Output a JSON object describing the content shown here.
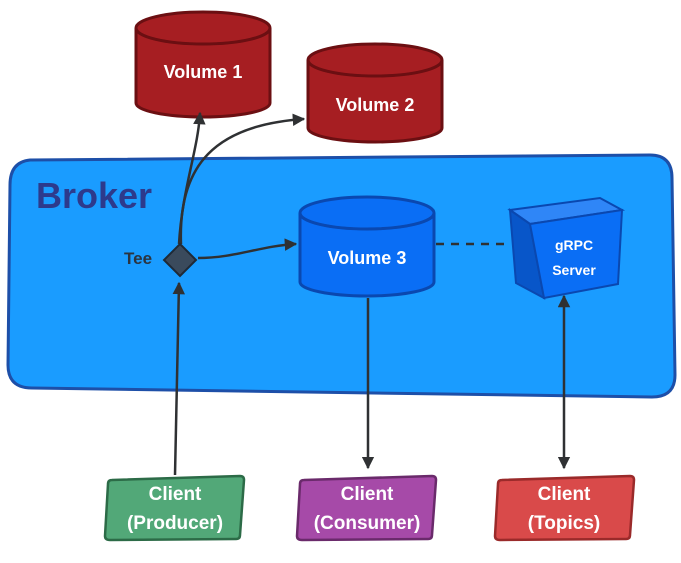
{
  "broker": {
    "title": "Broker",
    "color": "#1a9cff",
    "border": "#1d4fa8"
  },
  "tee": {
    "label": "Tee"
  },
  "volumes": {
    "v1": {
      "label": "Volume 1",
      "color": "#a61e22"
    },
    "v2": {
      "label": "Volume 2",
      "color": "#a61e22"
    },
    "v3": {
      "label": "Volume 3",
      "color": "#0a6ef5"
    }
  },
  "grpc": {
    "line1": "gRPC",
    "line2": "Server",
    "color": "#0a6ef5"
  },
  "clients": {
    "producer": {
      "line1": "Client",
      "line2": "(Producer)",
      "color": "#52a878"
    },
    "consumer": {
      "line1": "Client",
      "line2": "(Consumer)",
      "color": "#a64aa8"
    },
    "topics": {
      "line1": "Client",
      "line2": "(Topics)",
      "color": "#d94a4a"
    }
  }
}
